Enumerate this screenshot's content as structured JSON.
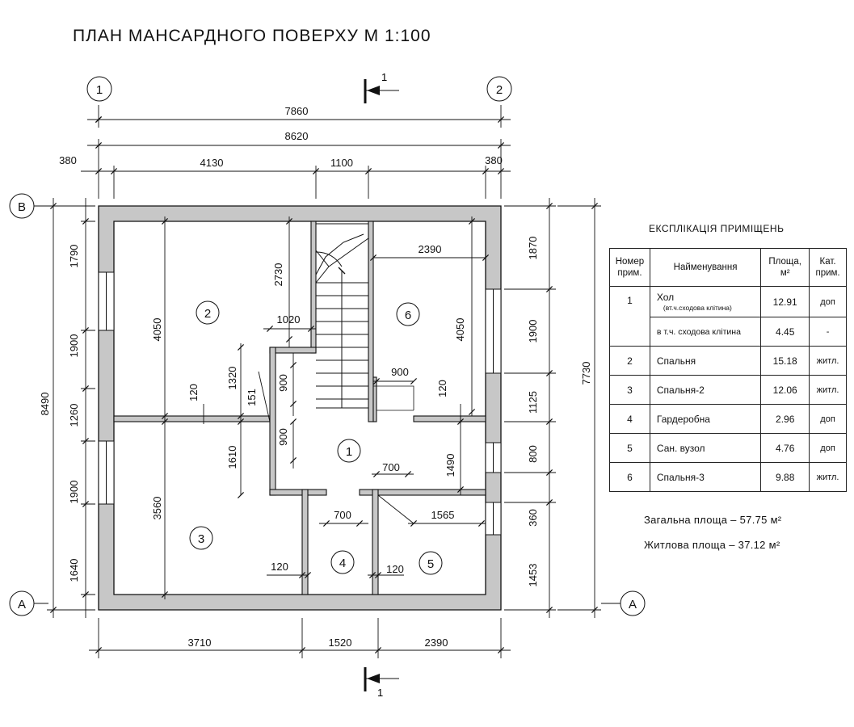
{
  "title": "ПЛАН МАНСАРДНОГО ПОВЕРХУ М 1:100",
  "axes": {
    "col_1": "1",
    "col_2": "2",
    "row_a_left": "А",
    "row_a_right": "А",
    "row_b": "В"
  },
  "section_marks": {
    "top": "1",
    "bottom": "1"
  },
  "dims_top": {
    "overall_inner": "7860",
    "overall": "8620",
    "left_wall": "380",
    "seg1": "4130",
    "seg2": "1100",
    "right_wall": "380"
  },
  "dims_bottom": {
    "seg1": "3710",
    "seg2": "1520",
    "seg3": "2390"
  },
  "dims_left": {
    "overall": "8490",
    "s1": "1790",
    "s2": "1900",
    "s3": "1260",
    "s4": "1900",
    "s5": "1640"
  },
  "dims_right": {
    "overall": "7730",
    "s1": "1870",
    "s2": "1900",
    "s3": "1125",
    "s4": "800",
    "s5": "360",
    "s6": "1453"
  },
  "dims_inner": {
    "d2730": "2730",
    "d2390": "2390",
    "d4050a": "4050",
    "d4050b": "4050",
    "d1020": "1020",
    "d1320": "1320",
    "d151": "151",
    "d900a": "900",
    "d900b": "900",
    "d900c": "900",
    "d120a": "120",
    "d120b": "120",
    "d120c": "120",
    "d120d": "120",
    "d1610": "1610",
    "d3560": "3560",
    "d700a": "700",
    "d700b": "700",
    "d1490": "1490",
    "d1565": "1565"
  },
  "room_labels": [
    "1",
    "2",
    "3",
    "4",
    "5",
    "6"
  ],
  "explication": {
    "title": "ЕКСПЛІКАЦІЯ ПРИМІЩЕНЬ",
    "headers": [
      "Номер прим.",
      "Найменування",
      "Площа, м²",
      "Кат. прим."
    ],
    "hall": {
      "num": "1",
      "name": "Хол",
      "note": "(вт.ч.сходова клітина)",
      "area": "12.91",
      "cat": "доп"
    },
    "hall_sub": {
      "name": "в т.ч. сходова клітина",
      "area": "4.45",
      "cat": "-"
    },
    "rows": [
      {
        "num": "2",
        "name": "Спальня",
        "area": "15.18",
        "cat": "житл."
      },
      {
        "num": "3",
        "name": "Спальня-2",
        "area": "12.06",
        "cat": "житл."
      },
      {
        "num": "4",
        "name": "Гардеробна",
        "area": "2.96",
        "cat": "доп"
      },
      {
        "num": "5",
        "name": "Сан. вузол",
        "area": "4.76",
        "cat": "доп"
      },
      {
        "num": "6",
        "name": "Спальня-3",
        "area": "9.88",
        "cat": "житл."
      }
    ]
  },
  "totals": {
    "total": "Загальна площа – 57.75 м²",
    "living": "Житлова площа – 37.12 м²"
  }
}
